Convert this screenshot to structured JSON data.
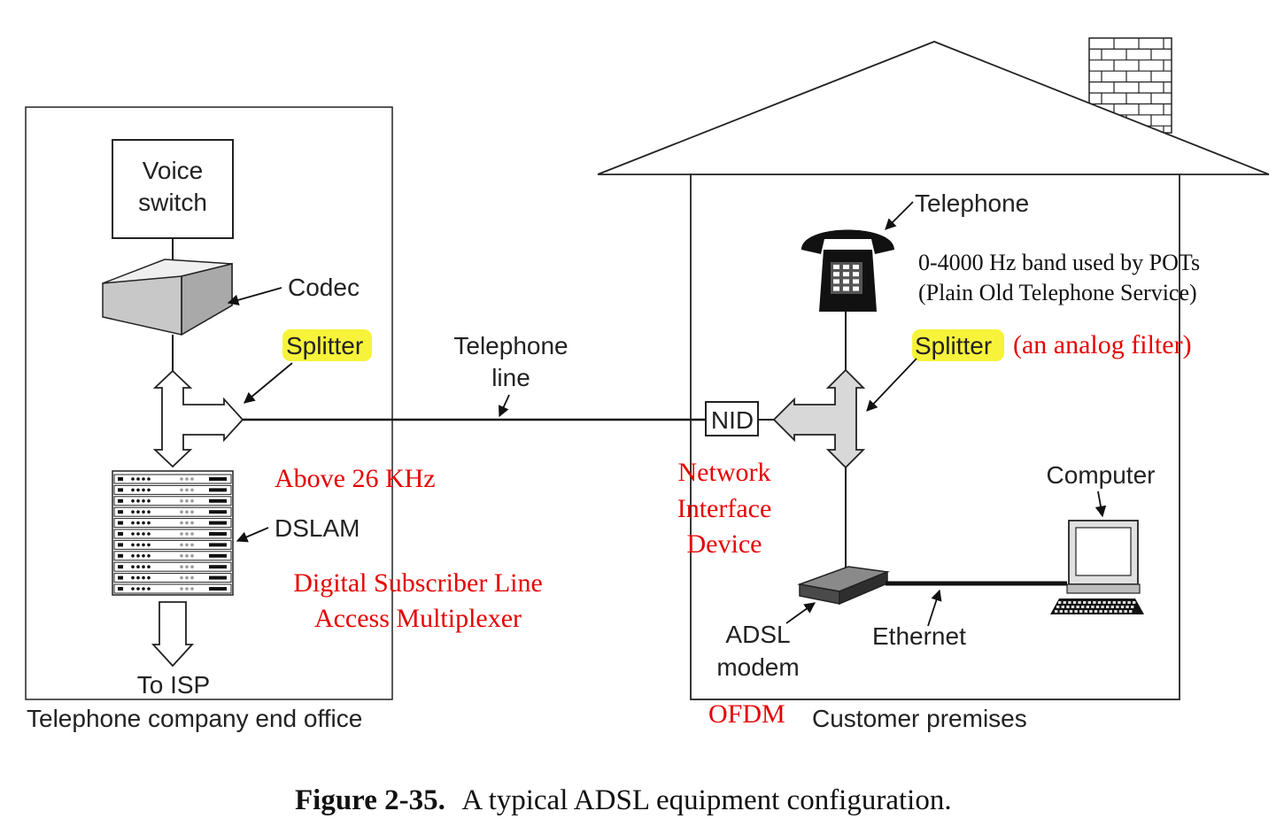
{
  "office": {
    "caption": "Telephone company end office",
    "voice_switch": [
      "Voice",
      "switch"
    ],
    "codec": "Codec",
    "splitter": "Splitter",
    "dslam": "DSLAM",
    "to_isp": "To ISP"
  },
  "line": {
    "label": [
      "Telephone",
      "line"
    ]
  },
  "premises": {
    "caption": "Customer premises",
    "telephone": "Telephone",
    "splitter": "Splitter",
    "splitter_note": "(an analog filter)",
    "nid": "NID",
    "computer": "Computer",
    "ethernet": "Ethernet",
    "adsl_modem": [
      "ADSL",
      "modem"
    ]
  },
  "annotations": {
    "pots": [
      "0-4000 Hz band used by POTs",
      "(Plain Old Telephone Service)"
    ],
    "above": "Above 26 KHz",
    "dslam_full": [
      "Digital Subscriber Line",
      "Access Multiplexer"
    ],
    "nid_full": [
      "Network",
      "Interface",
      "Device"
    ],
    "ofdm": "OFDM"
  },
  "figure": {
    "number": "Figure 2-35.",
    "caption": "A typical ADSL equipment configuration."
  },
  "colors": {
    "annotation": "#e60000",
    "highlight": "#f7f33a",
    "ink": "#111111"
  }
}
